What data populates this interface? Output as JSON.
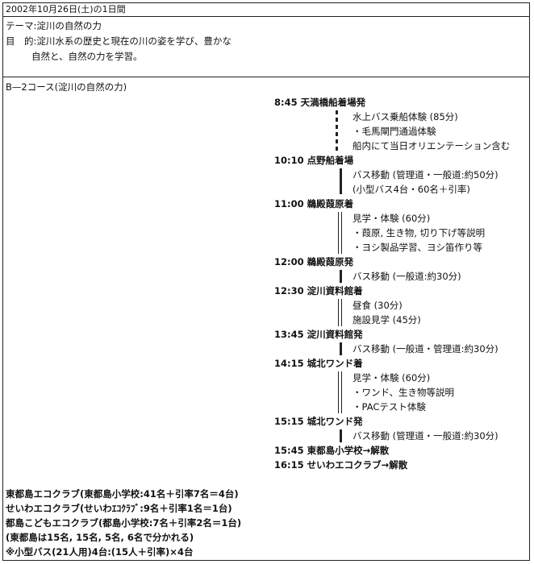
{
  "header": {
    "date": "2002年10月26日(土)の1日間",
    "theme": "テーマ:淀川の自然の力",
    "purpose_line1": "目　的:淀川水系の歴史と現在の川の姿を学び、豊かな",
    "purpose_line2": "自然と、自然の力を学習。"
  },
  "course": {
    "title": "B—2コース(淀川の自然の力)"
  },
  "schedule": [
    {
      "time": "8:45 天満橋船着場発",
      "details": [
        "水上バス乗船体験 (85分)",
        "・毛馬閘門通過体験",
        "船内にて当日オリエンテーション含む"
      ]
    },
    {
      "time": "10:10 点野船着場",
      "details": [
        "バス移動 (管理道・一般道:約50分)",
        "(小型バス4台・60名＋引率)"
      ]
    },
    {
      "time": "11:00 鵜殿葭原着",
      "details": [
        "見学・体験 (60分)",
        "・葭原, 生き物, 切り下げ等説明",
        "・ヨシ製品学習、ヨシ笛作り等"
      ]
    },
    {
      "time": "12:00 鵜殿葭原発",
      "details": [
        "バス移動 (一般道:約30分)"
      ]
    },
    {
      "time": "12:30 淀川資料館着",
      "details": [
        "昼食 (30分)",
        "施設見学 (45分)"
      ]
    },
    {
      "time": "13:45 淀川資料館発",
      "details": [
        "バス移動 (一般道・管理道:約30分)"
      ]
    },
    {
      "time": "14:15 城北ワンド着",
      "details": [
        "見学・体験 (60分)",
        "・ワンド、生き物等説明",
        "・PACテスト体験"
      ]
    },
    {
      "time": "15:15 城北ワンド発",
      "details": [
        "バス移動 (管理道・一般道:約30分)"
      ]
    },
    {
      "time": "15:45 東都島小学校→解散",
      "details": []
    },
    {
      "time": "16:15 せいわエコクラブ→解散",
      "details": []
    }
  ],
  "participants": [
    "東都島エコクラブ(東都島小学校:41名＋引率7名＝4台)",
    "せいわエコクラブ(せいわｴｺｸﾗﾌﾞ:9名＋引率1名＝1台)",
    "都島こどもエコクラブ(都島小学校:7名＋引率2名＝1台)",
    "(東都島は15名, 15名, 5名, 6名で分かれる)",
    "※小型バス(21人用)4台:(15人＋引率)×4台"
  ]
}
